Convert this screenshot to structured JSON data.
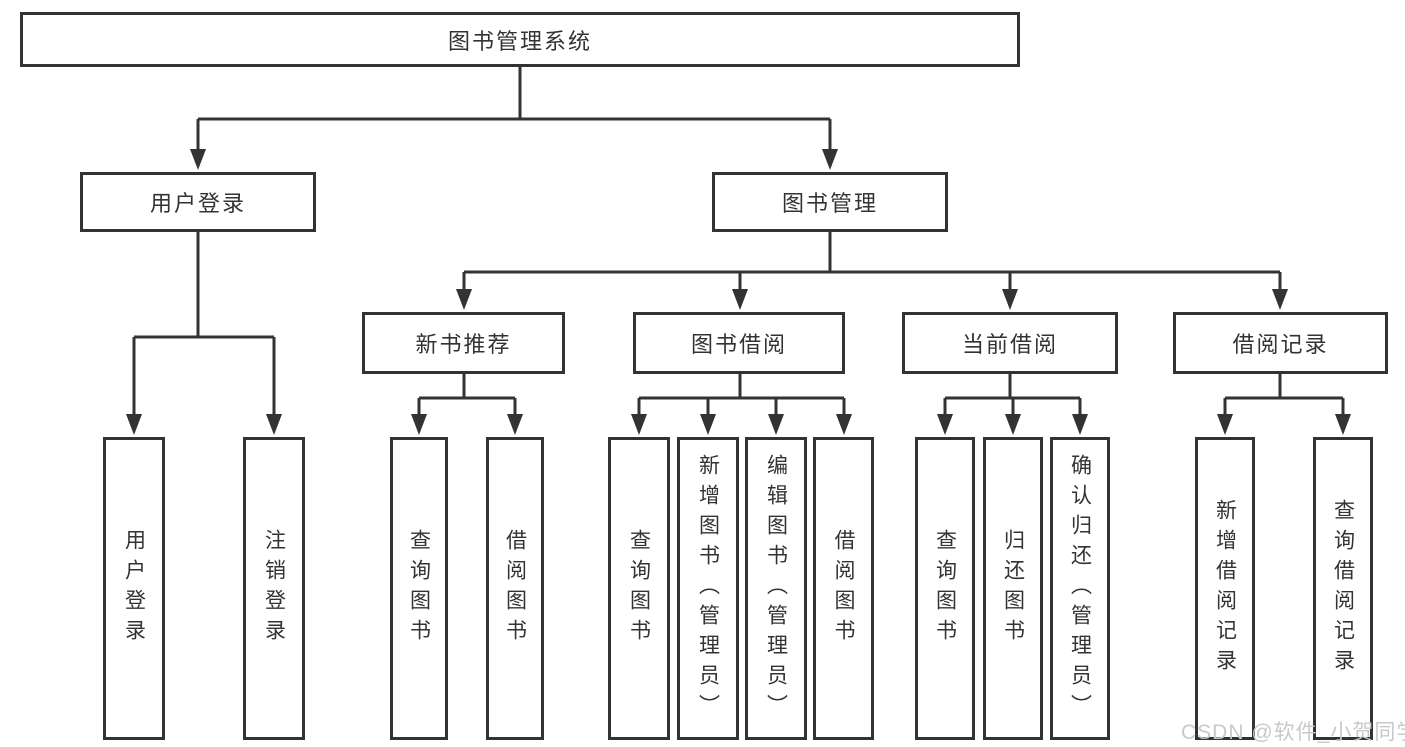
{
  "diagram": {
    "type": "hierarchy-tree",
    "tree": {
      "label": "图书管理系统",
      "children": [
        {
          "label": "用户登录",
          "children": [
            {
              "label": "用户登录"
            },
            {
              "label": "注销登录"
            }
          ]
        },
        {
          "label": "图书管理",
          "children": [
            {
              "label": "新书推荐",
              "children": [
                {
                  "label": "查询图书"
                },
                {
                  "label": "借阅图书"
                }
              ]
            },
            {
              "label": "图书借阅",
              "children": [
                {
                  "label": "查询图书"
                },
                {
                  "label": "新增图书（管理员）"
                },
                {
                  "label": "编辑图书（管理员）"
                },
                {
                  "label": "借阅图书"
                }
              ]
            },
            {
              "label": "当前借阅",
              "children": [
                {
                  "label": "查询图书"
                },
                {
                  "label": "归还图书"
                },
                {
                  "label": "确认归还（管理员）"
                }
              ]
            },
            {
              "label": "借阅记录",
              "children": [
                {
                  "label": "新增借阅记录"
                },
                {
                  "label": "查询借阅记录"
                }
              ]
            }
          ]
        }
      ]
    },
    "watermark": "CSDN @软件_小贺同学",
    "colors": {
      "line": "#333333",
      "text": "#333333",
      "background": "#ffffff",
      "watermark": "#c9c9c9"
    }
  }
}
